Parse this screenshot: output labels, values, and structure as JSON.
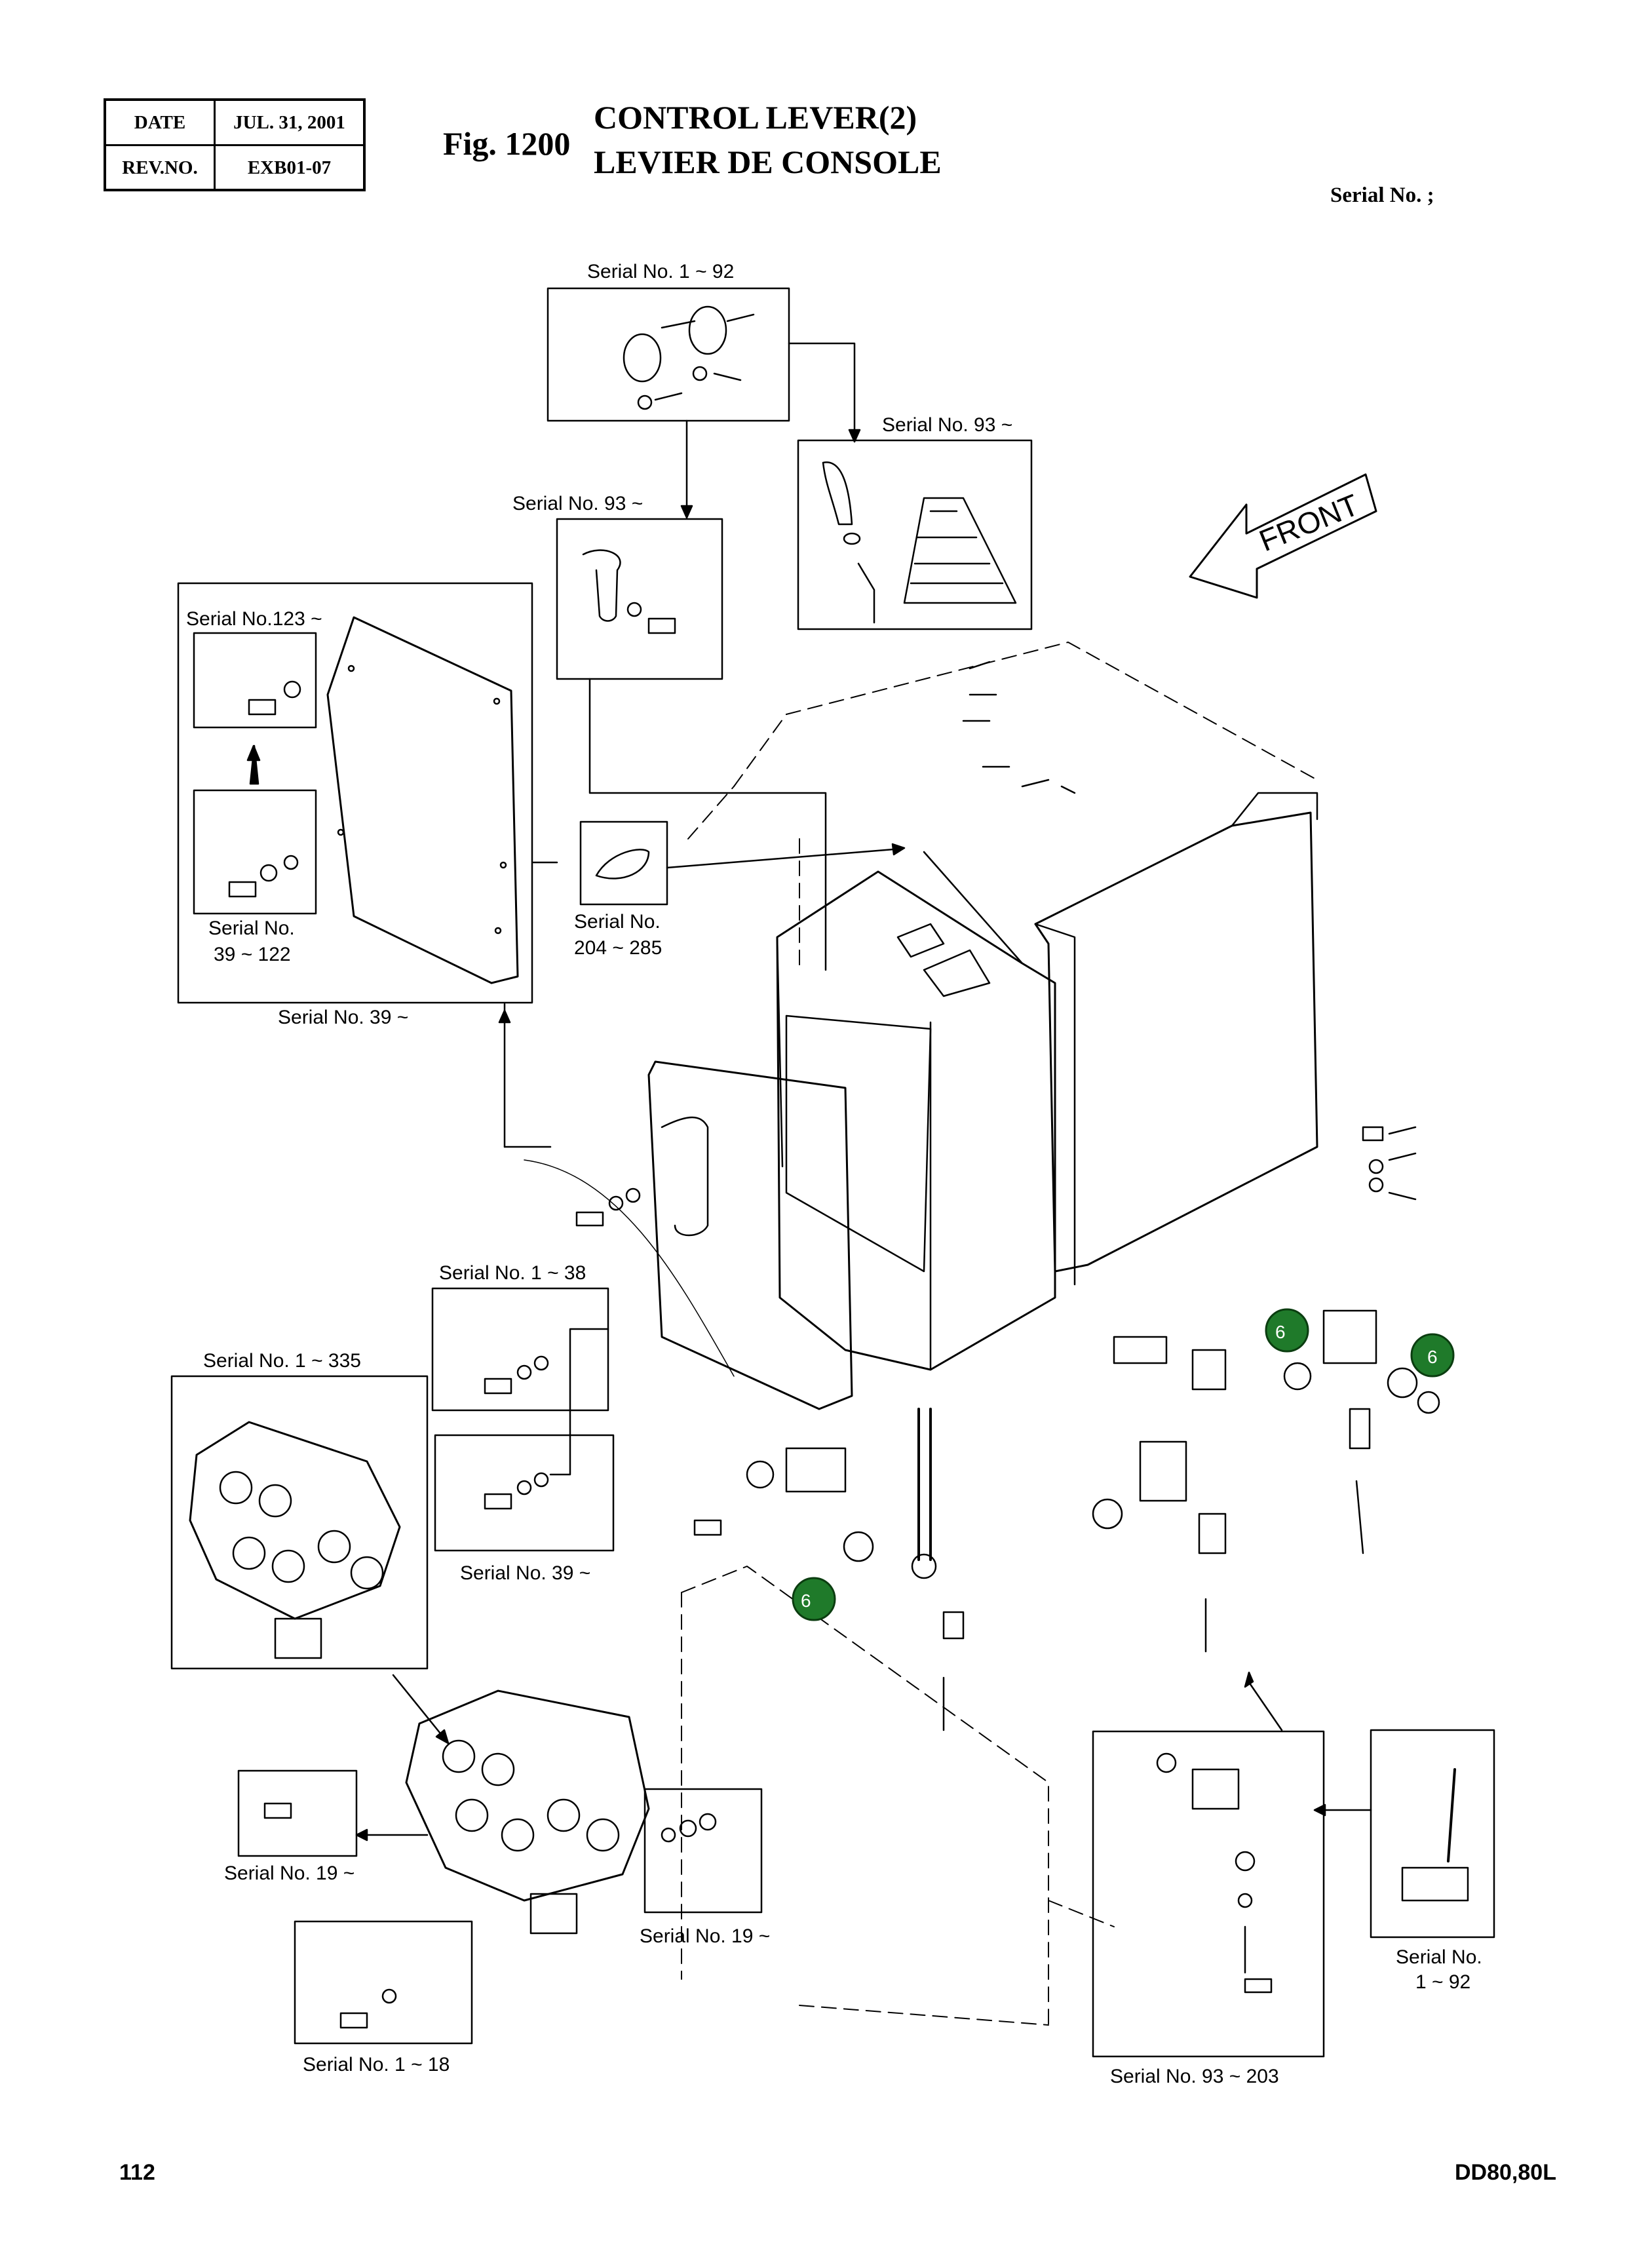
{
  "header": {
    "date_label": "DATE",
    "date_value": "JUL. 31, 2001",
    "rev_label": "REV.NO.",
    "rev_value": "EXB01-07"
  },
  "figure": {
    "number": "Fig. 1200",
    "title_en": "CONTROL LEVER(2)",
    "title_fr": "LEVIER DE CONSOLE",
    "serial_line": "Serial No. ;"
  },
  "front_label": "FRONT",
  "labels": {
    "serial_1_92_top": "Serial No. 1 ~ 92",
    "serial_93_right": "Serial No. 93 ~",
    "serial_93_left": "Serial No. 93 ~",
    "serial_123": "Serial No.123 ~",
    "serial_39_122_a": "Serial No.",
    "serial_39_122_b": "39 ~ 122",
    "serial_39_panel": "Serial No. 39 ~",
    "serial_204_285_a": "Serial No.",
    "serial_204_285_b": "204 ~ 285",
    "serial_1_38": "Serial No. 1 ~ 38",
    "serial_1_335": "Serial No. 1 ~ 335",
    "serial_39_bolts": "Serial No. 39 ~",
    "serial_19_a": "Serial No. 19 ~",
    "serial_19_b": "Serial No. 19 ~",
    "serial_1_18": "Serial No. 1 ~ 18",
    "serial_93_203": "Serial No. 93 ~ 203",
    "serial_1_92_b_a": "Serial No.",
    "serial_1_92_b_b": "1 ~ 92"
  },
  "callouts": [
    "6",
    "6",
    "6"
  ],
  "footer": {
    "page": "112",
    "model": "DD80,80L"
  }
}
